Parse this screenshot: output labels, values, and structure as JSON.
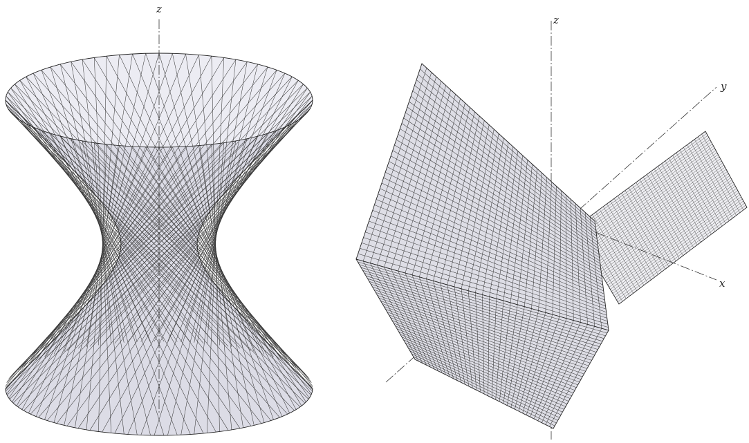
{
  "figures": [
    {
      "name": "hyperboloid-of-one-sheet",
      "axis_labels": {
        "z": "z"
      },
      "ruling_count": 72,
      "fill_color": "#dcdce6",
      "top_fill_color": "#ececf3"
    },
    {
      "name": "hyperbolic-paraboloid",
      "axis_labels": {
        "z": "z",
        "y": "y",
        "x": "x"
      },
      "grid_lines_per_family": 36,
      "fill_color": "#dedee6",
      "back_fill_color": "#eeeef2"
    }
  ]
}
